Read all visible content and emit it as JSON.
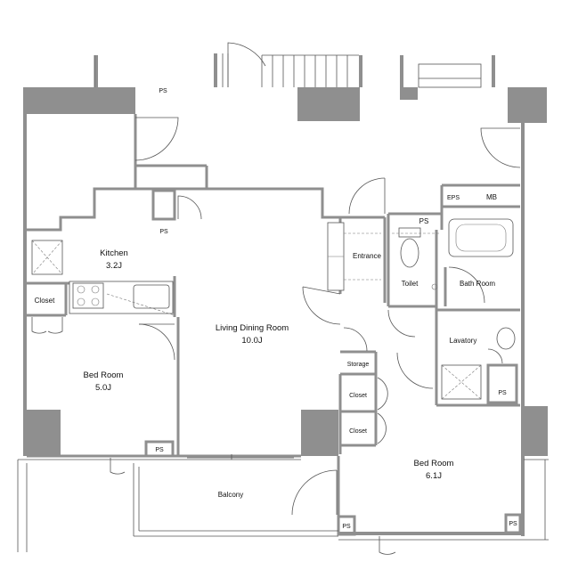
{
  "rooms": {
    "kitchen": {
      "name": "Kitchen",
      "size": "3.2J"
    },
    "living_dining": {
      "name": "Living Dining Room",
      "size": "10.0J"
    },
    "bedroom_west": {
      "name": "Bed Room",
      "size": "5.0J"
    },
    "bedroom_east": {
      "name": "Bed Room",
      "size": "6.1J"
    },
    "entrance": {
      "name": "Entrance"
    },
    "toilet": {
      "name": "Toilet"
    },
    "bathroom": {
      "name": "Bath Room"
    },
    "lavatory": {
      "name": "Lavatory"
    },
    "storage": {
      "name": "Storage"
    },
    "closet_kitchen": {
      "name": "Closet"
    },
    "closet_east_1": {
      "name": "Closet"
    },
    "closet_east_2": {
      "name": "Closet"
    },
    "balcony": {
      "name": "Balcony"
    }
  },
  "shafts": {
    "eps": "EPS",
    "mb": "MB",
    "ps": "PS"
  }
}
